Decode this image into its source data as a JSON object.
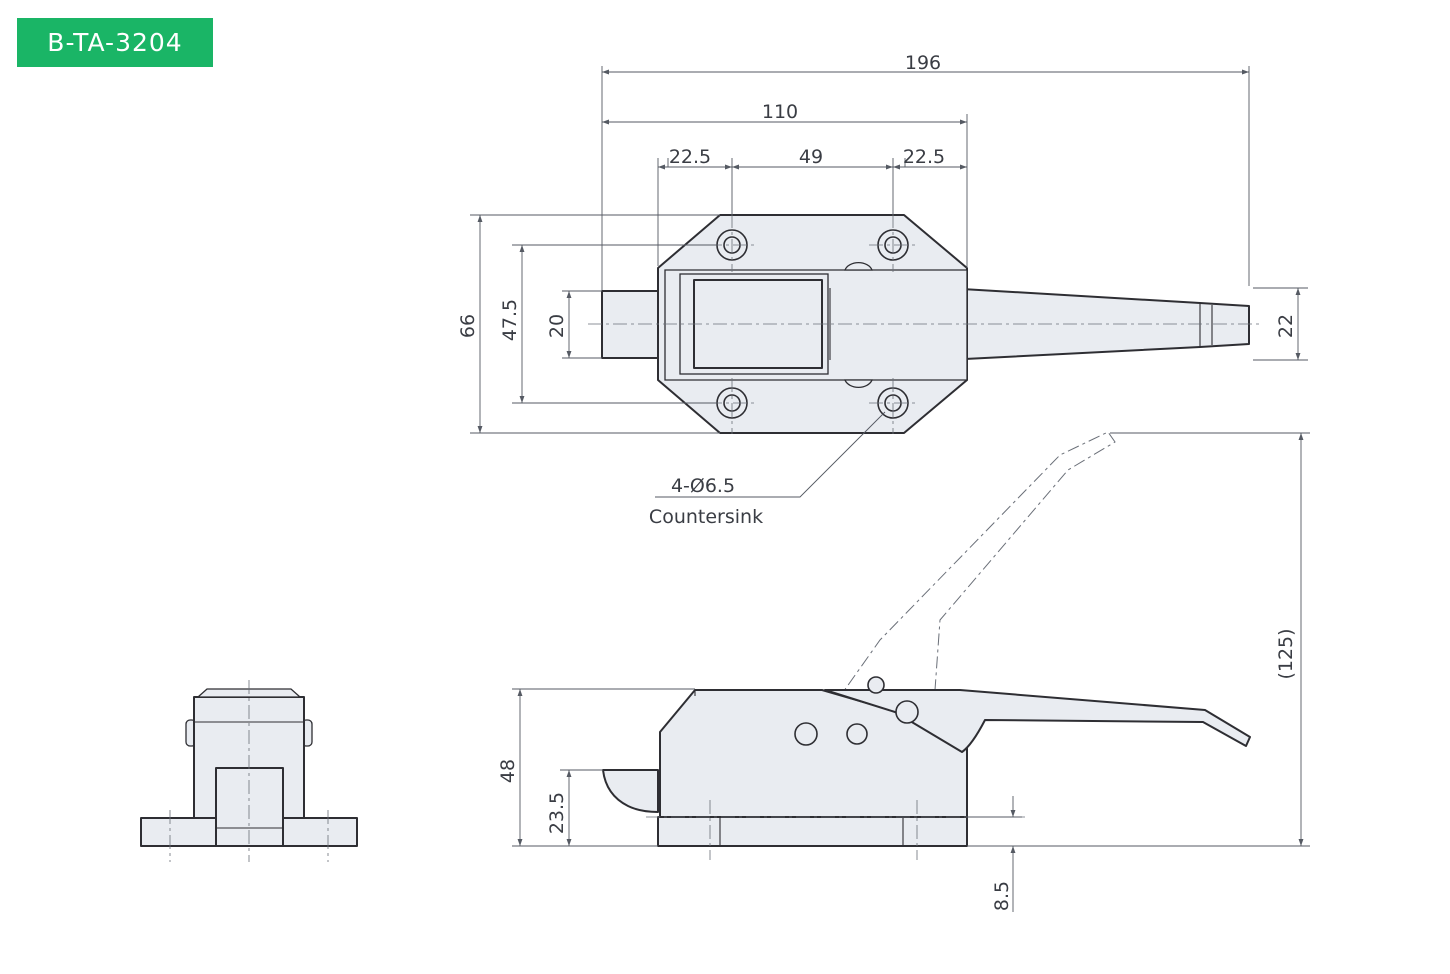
{
  "header": {
    "part_number": "B-TA-3204"
  },
  "colors": {
    "badge": "#1ab566",
    "part_fill": "#e9ecf1",
    "line": "#2e2e33"
  },
  "dimensions": {
    "overall_length": "196",
    "base_length": "110",
    "edge_left": "22.5",
    "hole_spacing": "49",
    "edge_right": "22.5",
    "overall_height": "66",
    "hole_pitch_vertical": "47.5",
    "bolt_height": "20",
    "handle_end": "22",
    "open_height": "(125)",
    "side_height": "48",
    "bolt_center": "23.5",
    "base_thickness": "8.5"
  },
  "notes": {
    "hole_spec": "4-Ø6.5",
    "hole_type": "Countersink"
  }
}
